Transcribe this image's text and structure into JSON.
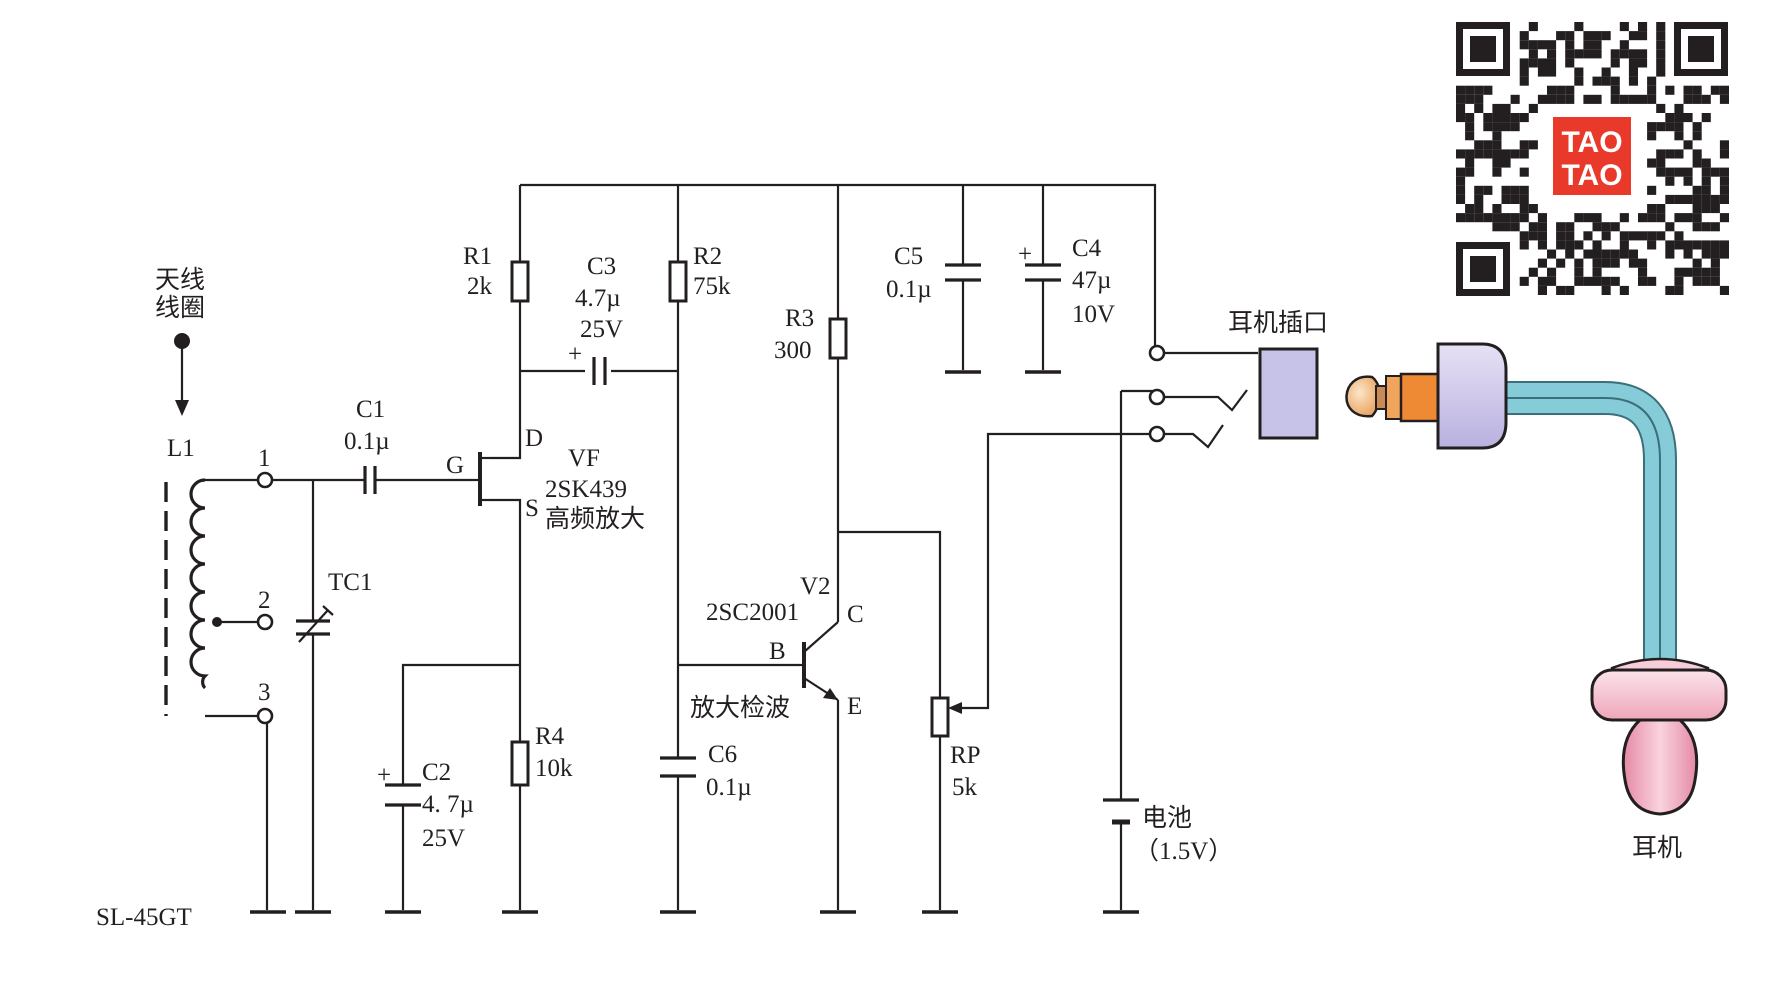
{
  "qr_logo": {
    "line1": "TAO",
    "line2": "TAO"
  },
  "antenna": {
    "line1": "天线",
    "line2": "线圈"
  },
  "coil": {
    "name": "L1",
    "taps": [
      "1",
      "2",
      "3"
    ],
    "model": "SL-45GT"
  },
  "trimmer": {
    "name": "TC1"
  },
  "c1": {
    "name": "C1",
    "value": "0.1µ"
  },
  "c2": {
    "name": "C2",
    "value": "4. 7µ",
    "voltage": "25V"
  },
  "c3": {
    "name": "C3",
    "value": "4.7µ",
    "voltage": "25V"
  },
  "c4": {
    "name": "C4",
    "value": "47µ",
    "voltage": "10V"
  },
  "c5": {
    "name": "C5",
    "value": "0.1µ"
  },
  "c6": {
    "name": "C6",
    "value": "0.1µ"
  },
  "r1": {
    "name": "R1",
    "value": "2k"
  },
  "r2": {
    "name": "R2",
    "value": "75k"
  },
  "r3": {
    "name": "R3",
    "value": "300"
  },
  "r4": {
    "name": "R4",
    "value": "10k"
  },
  "vf": {
    "name": "VF",
    "model": "2SK439",
    "role": "高频放大",
    "pins": {
      "g": "G",
      "d": "D",
      "s": "S"
    }
  },
  "v2": {
    "name": "V2",
    "model": "2SC2001",
    "role": "放大检波",
    "pins": {
      "b": "B",
      "c": "C",
      "e": "E"
    }
  },
  "rp": {
    "name": "RP",
    "value": "5k"
  },
  "battery": {
    "name": "电池",
    "value": "（1.5V）"
  },
  "jack": {
    "label": "耳机插口"
  },
  "earphone": {
    "label": "耳机"
  },
  "polarity": "+",
  "colors": {
    "line": "#231f20",
    "logo_red": "#e8392b",
    "jack_fill": "#c7c3e8",
    "plug_orange": "#ef8a34",
    "plug_tip": "#f4c99c",
    "cable": "#7fc8d6",
    "earbud_pink": "#f1b7c6"
  }
}
